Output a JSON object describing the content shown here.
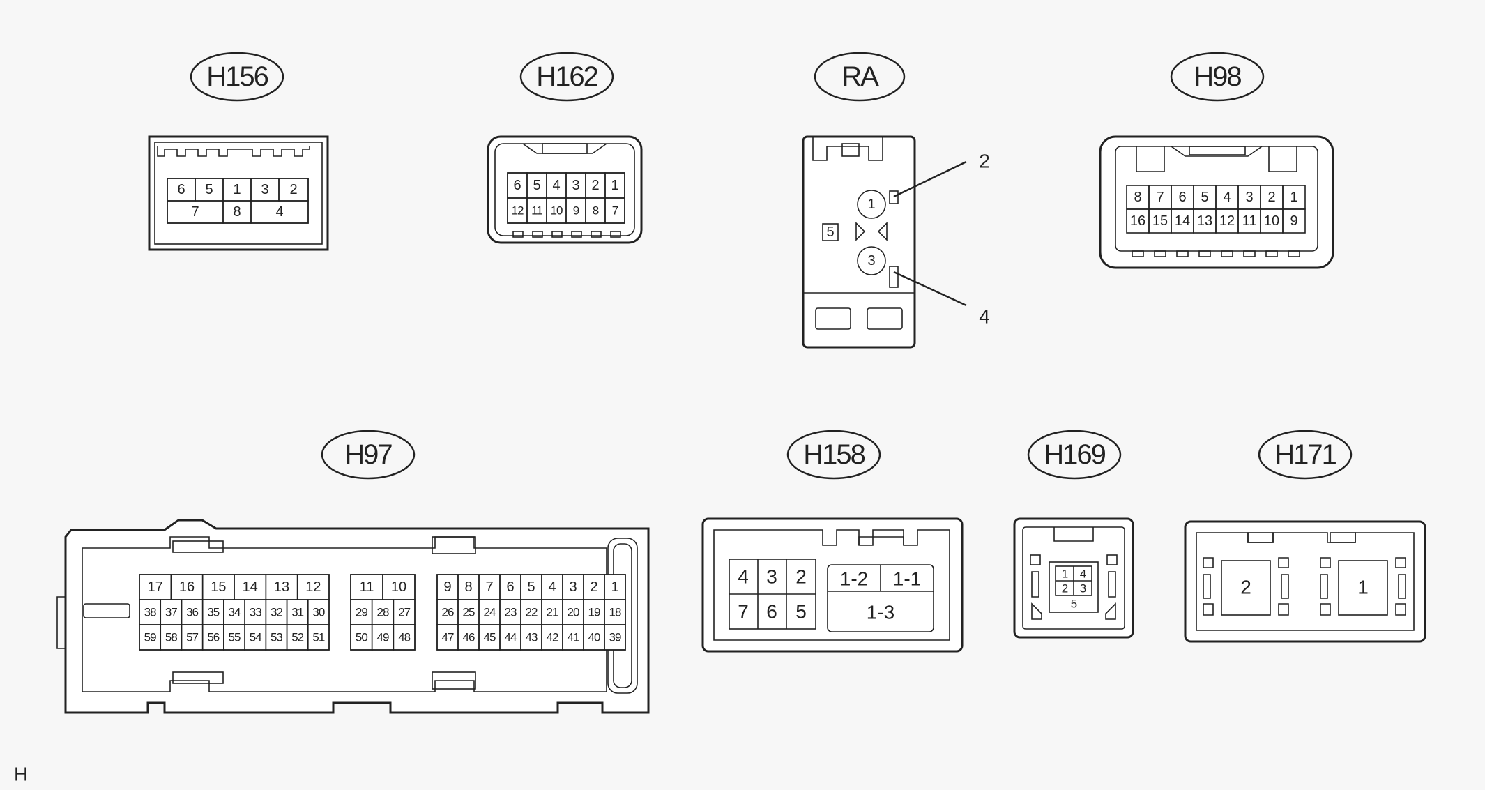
{
  "connectors": {
    "h156": {
      "label": "H156",
      "row1": [
        "6",
        "5",
        "1",
        "3",
        "2"
      ],
      "row2": [
        "7",
        "8",
        "4"
      ]
    },
    "h162": {
      "label": "H162",
      "row1": [
        "6",
        "5",
        "4",
        "3",
        "2",
        "1"
      ],
      "row2": [
        "12",
        "11",
        "10",
        "9",
        "8",
        "7"
      ]
    },
    "ra": {
      "label": "RA",
      "pin1": "1",
      "pin3": "3",
      "pin5": "5",
      "callout_top": "2",
      "callout_bottom": "4"
    },
    "h98": {
      "label": "H98",
      "row1": [
        "8",
        "7",
        "6",
        "5",
        "4",
        "3",
        "2",
        "1"
      ],
      "row2": [
        "16",
        "15",
        "14",
        "13",
        "12",
        "11",
        "10",
        "9"
      ]
    },
    "h97": {
      "label": "H97",
      "g1": {
        "row1": [
          "17",
          "16",
          "15",
          "14",
          "13",
          "12"
        ],
        "row2": [
          "38",
          "37",
          "36",
          "35",
          "34",
          "33",
          "32",
          "31",
          "30"
        ],
        "row3": [
          "59",
          "58",
          "57",
          "56",
          "55",
          "54",
          "53",
          "52",
          "51"
        ]
      },
      "g2": {
        "row1": [
          "11",
          "10"
        ],
        "row2": [
          "29",
          "28",
          "27"
        ],
        "row3": [
          "50",
          "49",
          "48"
        ]
      },
      "g3": {
        "row1": [
          "9",
          "8",
          "7",
          "6",
          "5",
          "4",
          "3",
          "2",
          "1"
        ],
        "row2": [
          "26",
          "25",
          "24",
          "23",
          "22",
          "21",
          "20",
          "19",
          "18"
        ],
        "row3": [
          "47",
          "46",
          "45",
          "44",
          "43",
          "42",
          "41",
          "40",
          "39"
        ]
      }
    },
    "h158": {
      "label": "H158",
      "row1": [
        "4",
        "3",
        "2"
      ],
      "row2": [
        "7",
        "6",
        "5"
      ],
      "t1": "1-2",
      "t2": "1-1",
      "t3": "1-3"
    },
    "h169": {
      "label": "H169",
      "a": "1",
      "b": "4",
      "c": "2",
      "d": "3",
      "e": "5"
    },
    "h171": {
      "label": "H171",
      "left": "2",
      "right": "1"
    }
  },
  "corner_mark": "H"
}
